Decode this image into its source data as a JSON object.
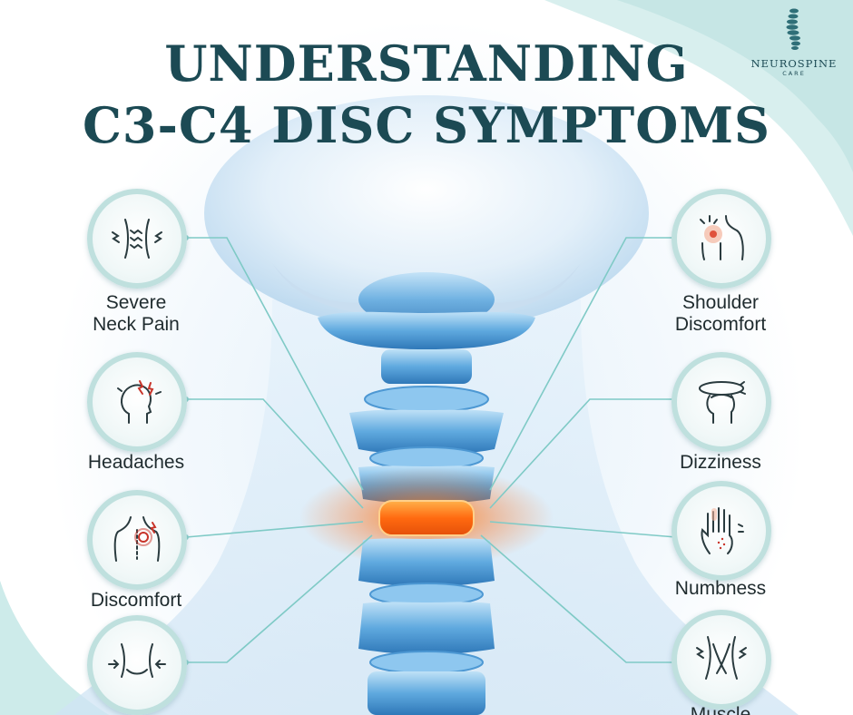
{
  "title": {
    "line1": "UNDERSTANDING",
    "line2": "C3-C4 DISC SYMPTOMS"
  },
  "logo": {
    "name": "NEUROSPINE",
    "sub": "CARE"
  },
  "colors": {
    "title": "#1c4a54",
    "accent": "#8ccfcc",
    "inflamed_disc": "#ff7a1a",
    "spine": "#5ea8e0"
  },
  "symptoms_left": [
    {
      "line1": "Severe",
      "line2": "Neck Pain",
      "icon": "neck-pain-icon"
    },
    {
      "line1": "Headaches",
      "line2": "",
      "icon": "headache-icon"
    },
    {
      "line1": "Discomfort",
      "line2": "",
      "icon": "upper-back-pain-icon"
    },
    {
      "line1": "",
      "line2": "",
      "icon": "neck-stiffness-icon"
    }
  ],
  "symptoms_right": [
    {
      "line1": "Shoulder",
      "line2": "Discomfort",
      "icon": "shoulder-pain-icon"
    },
    {
      "line1": "Dizziness",
      "line2": "",
      "icon": "dizziness-icon"
    },
    {
      "line1": "Numbness",
      "line2": "",
      "icon": "hand-numbness-icon"
    },
    {
      "line1": "Muscle",
      "line2": "",
      "icon": "muscle-spasm-icon"
    }
  ]
}
